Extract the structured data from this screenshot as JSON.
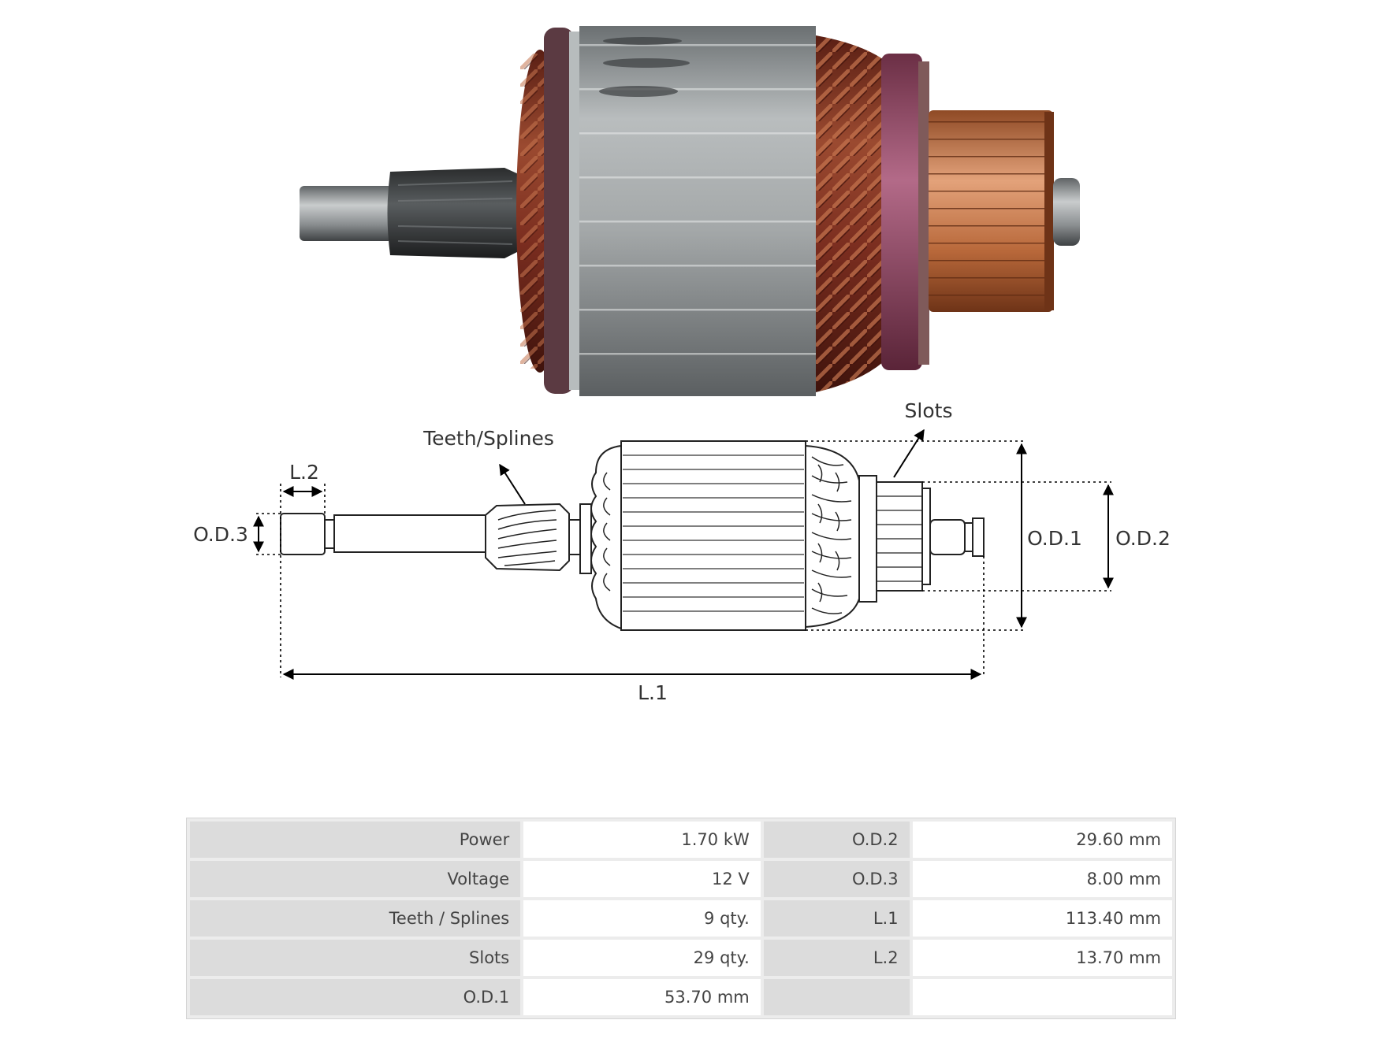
{
  "diagram": {
    "labels": {
      "teeth_splines": "Teeth/Splines",
      "slots": "Slots",
      "l2": "L.2",
      "od3": "O.D.3",
      "od1": "O.D.1",
      "od2": "O.D.2",
      "l1": "L.1"
    }
  },
  "specs": {
    "rows": [
      {
        "label": "Power",
        "value": "1.70 kW",
        "label2": "O.D.2",
        "value2": "29.60 mm"
      },
      {
        "label": "Voltage",
        "value": "12 V",
        "label2": "O.D.3",
        "value2": "8.00 mm"
      },
      {
        "label": "Teeth / Splines",
        "value": "9 qty.",
        "label2": "L.1",
        "value2": "113.40 mm"
      },
      {
        "label": "Slots",
        "value": "29 qty.",
        "label2": "L.2",
        "value2": "13.70 mm"
      },
      {
        "label": "O.D.1",
        "value": "53.70 mm",
        "label2": "",
        "value2": ""
      }
    ]
  },
  "colors": {
    "copper": "#b8683a",
    "steel": "#9a9e9f",
    "insulator": "#a55a78",
    "table_label_bg": "#dcdcdc"
  }
}
